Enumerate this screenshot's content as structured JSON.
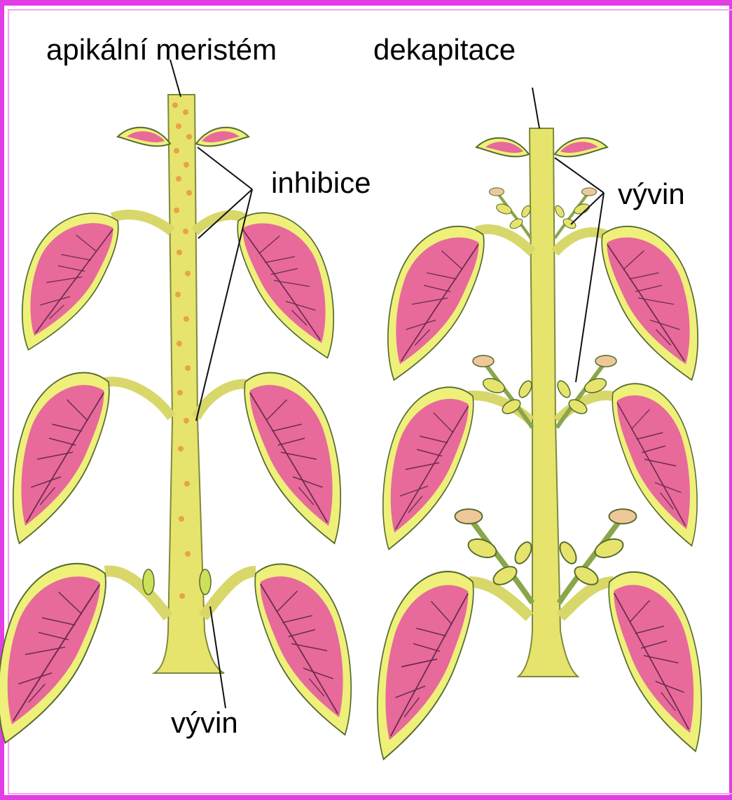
{
  "labels": {
    "apical_meristem": "apikální meristém",
    "decapitation": "dekapitace",
    "inhibition": "inhibice",
    "development_right": "vývin",
    "development_bottom": "vývin"
  },
  "colors": {
    "frame": "#e23de6",
    "stem": "#e6e46c",
    "leaf_fill": "#e76a9a",
    "leaf_rim": "#eef07a",
    "bud_dot": "#e7a24b",
    "vein": "#6b2b4d",
    "line": "#111111"
  }
}
